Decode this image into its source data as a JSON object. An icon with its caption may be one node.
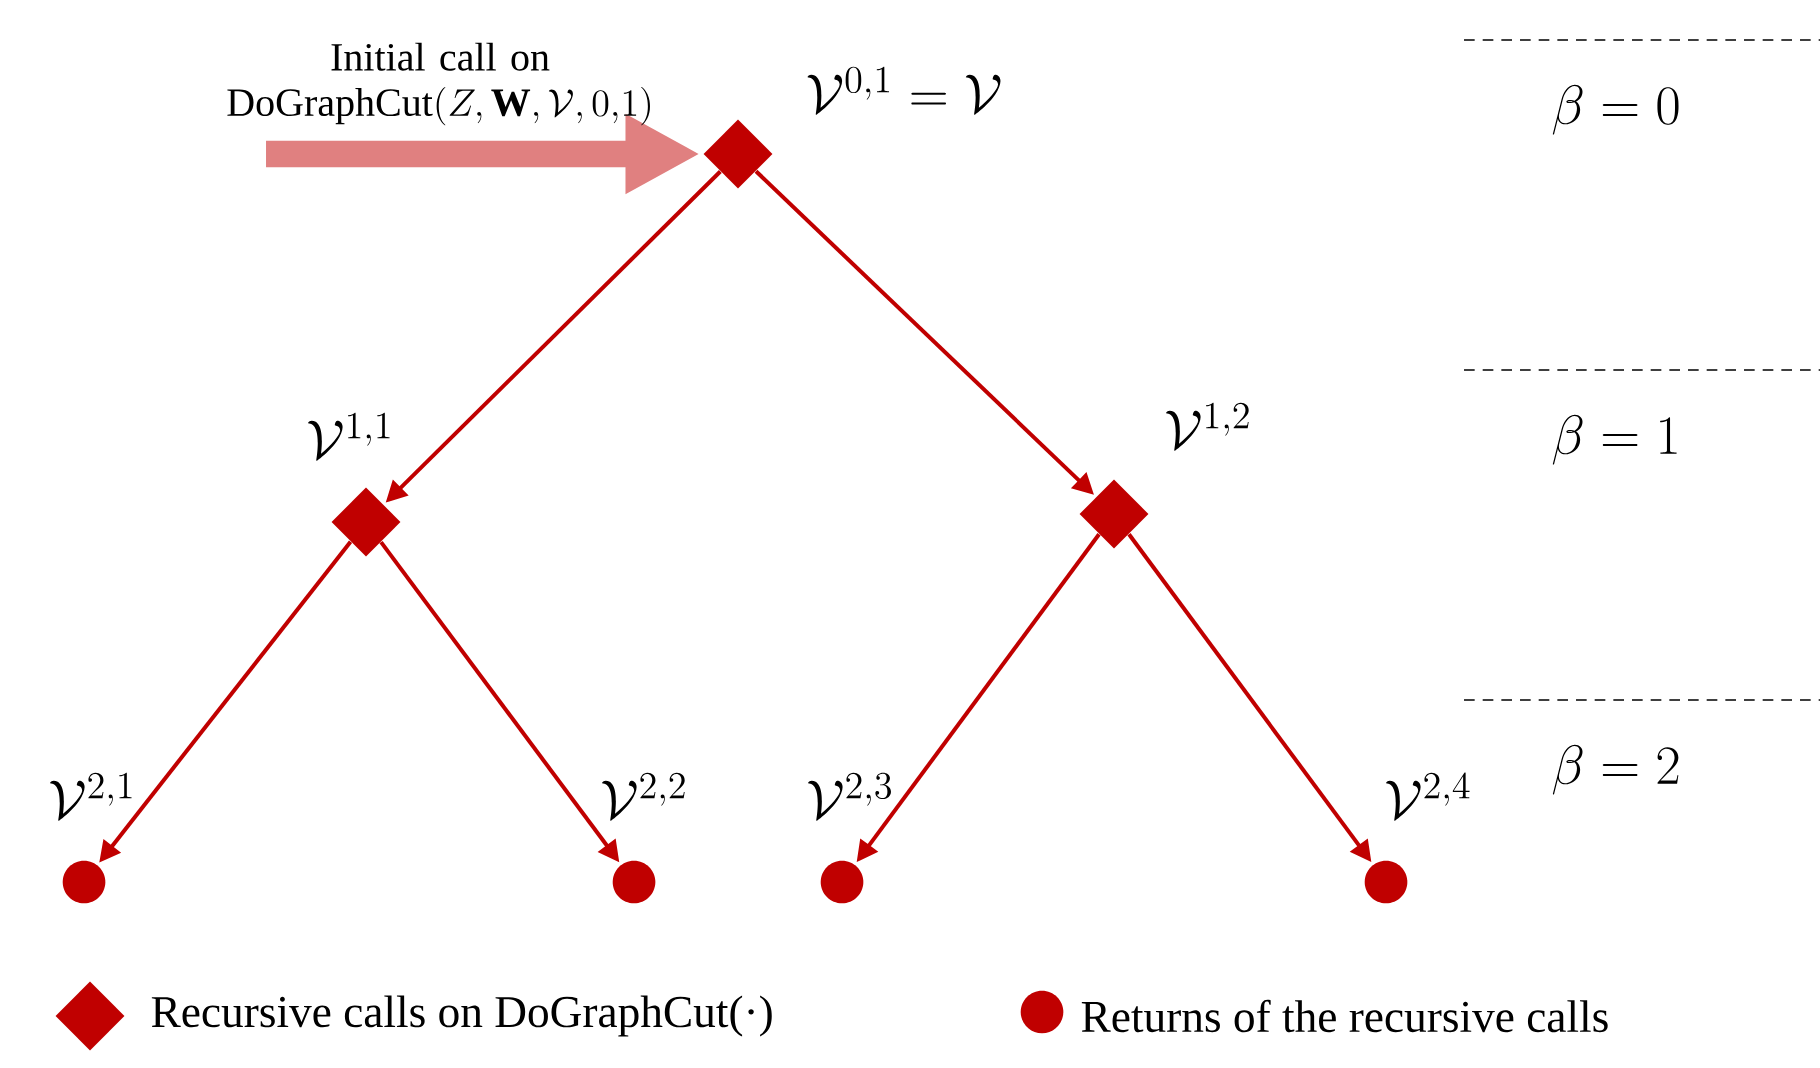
{
  "diagram": {
    "nodes": [
      {
        "text": [],
        "shape": "diamond",
        "beside": [
          "\\mathcal{V}^{0,1} = \\mathcal{V}"
        ]
      },
      {
        "text": [],
        "shape": "diamond",
        "beside": [
          "\\mathcal{V}^{1,1}"
        ]
      },
      {
        "text": [],
        "shape": "diamond",
        "beside": [
          "\\mathcal{V}^{1,2}"
        ]
      },
      {
        "text": [],
        "shape": "circle",
        "beside": [
          "\\mathcal{V}^{2,1}"
        ]
      },
      {
        "text": [],
        "shape": "circle",
        "beside": [
          "\\mathcal{V}^{2,2}"
        ]
      },
      {
        "text": [],
        "shape": "circle",
        "beside": [
          "\\mathcal{V}^{2,3}"
        ]
      },
      {
        "text": [],
        "shape": "circle",
        "beside": [
          "\\mathcal{V}^{2,4}"
        ]
      }
    ],
    "edges": [
      {
        "from": null,
        "to": 0,
        "arrow": "to",
        "style": "thick",
        "color": "#e08080",
        "label": "\\text{Initial call on} \\allowbreak \\text{DoGraphCut}(Z, \\mathbf{W}, \\mathcal{V}, 0{,}1)"
      },
      {
        "from": 0,
        "to": 1,
        "arrow": "to"
      },
      {
        "from": 0,
        "to": 2,
        "arrow": "to"
      },
      {
        "from": 1,
        "to": 3,
        "arrow": "to"
      },
      {
        "from": 1,
        "to": 4,
        "arrow": "to"
      },
      {
        "from": 2,
        "to": 5,
        "arrow": "to"
      },
      {
        "from": 2,
        "to": 6,
        "arrow": "to"
      }
    ],
    "labels": [
      "\\beta = 0",
      "\\beta = 1",
      "\\beta = 2"
    ],
    "legend": [
      {
        "text": "Recursive calls on DoGraphCut(·)"
      },
      {
        "text": "Returns of  the recursive calls"
      }
    ]
  }
}
